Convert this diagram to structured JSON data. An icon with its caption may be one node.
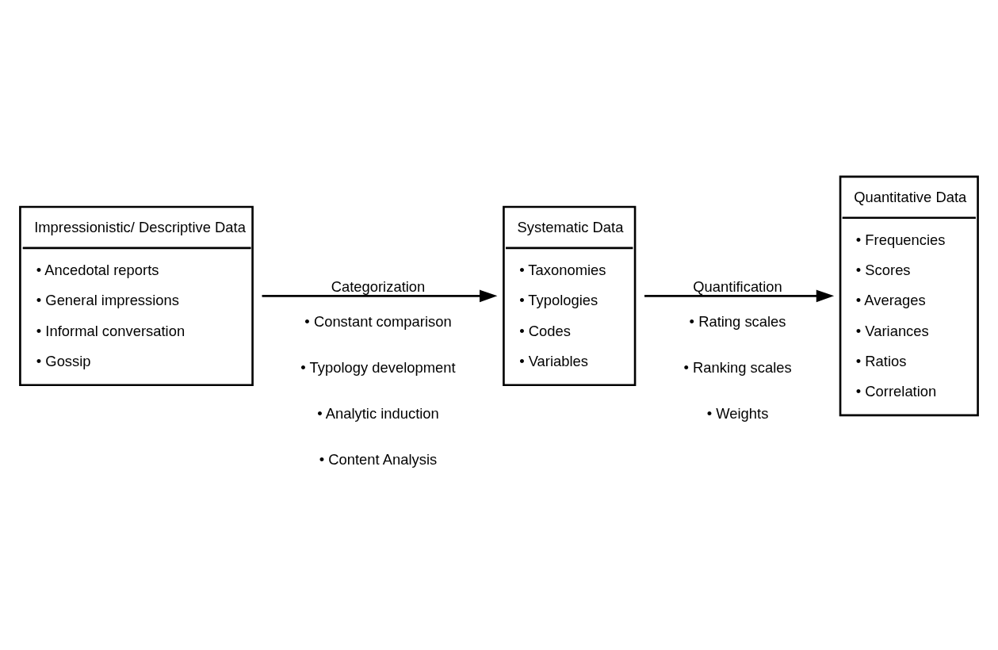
{
  "diagram": {
    "nodes": [
      {
        "text": [
          "Impressionistic/ Descriptive Data",
          "• Ancedotal reports",
          "• General impressions",
          "• Informal conversation",
          "• Gossip"
        ]
      },
      {
        "text": [
          "Systematic Data",
          "• Taxonomies",
          "• Typologies",
          "• Codes",
          "• Variables"
        ]
      },
      {
        "text": [
          "Quantitative Data",
          "• Frequencies",
          "• Scores",
          "• Averages",
          "• Variances",
          "• Ratios",
          "• Correlation"
        ]
      }
    ],
    "edges": [
      {
        "from": 0,
        "to": 1,
        "arrow": "to",
        "label": "Categorization"
      },
      {
        "from": 1,
        "to": 2,
        "arrow": "to",
        "label": "Quantification"
      }
    ],
    "labels": [
      "• Constant comparison",
      "• Typology development",
      "• Analytic induction",
      "• Content Analysis",
      "• Rating scales",
      "• Ranking scales",
      "• Weights"
    ]
  }
}
